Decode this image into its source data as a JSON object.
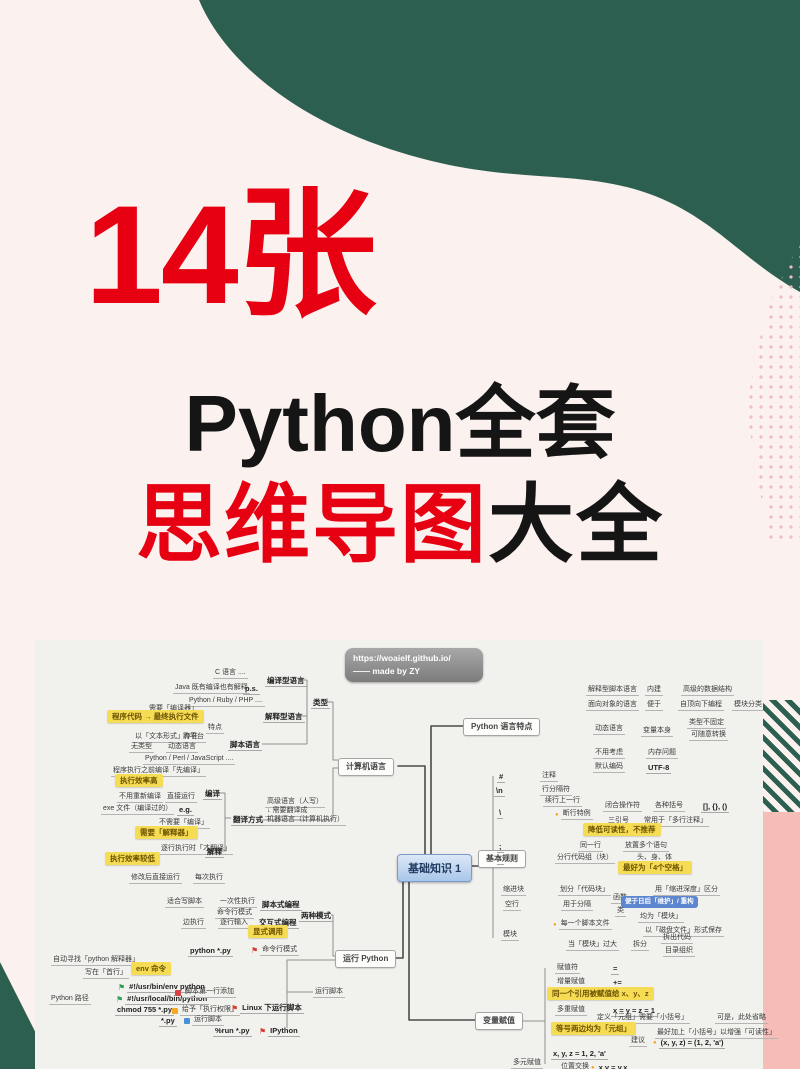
{
  "poster": {
    "headline_count": "14张",
    "headline_main": "Python全套",
    "headline_sub_red": "思维导图",
    "headline_sub_black": "大全",
    "colors": {
      "accent_red": "#e60012",
      "blob_green": "#2d5f51",
      "pink_band": "#f5bcb8",
      "pink_dots": "#efb9c6",
      "panel_bg": "#f1f1ee",
      "background": "#fbf2ef"
    }
  },
  "badge": {
    "line1": "https://woaielf.github.io/",
    "line2": "—— made by ZY"
  },
  "mindmap": {
    "center_label": "基础知识 1",
    "nodes": [
      {
        "t": "C 语言 ....",
        "k": "plain"
      },
      {
        "t": "编译型语言",
        "k": "bold"
      },
      {
        "t": "Java 既有编译也有解释",
        "k": "plain"
      },
      {
        "t": "p.s.",
        "k": "bold"
      },
      {
        "t": "Python / Ruby / PHP ....",
        "k": "plain"
      },
      {
        "t": "解释型语言",
        "k": "bold"
      },
      {
        "t": "类型",
        "k": "bold"
      },
      {
        "t": "需要「编译器」",
        "k": "plain"
      },
      {
        "t": "程序代码 → 最终执行文件",
        "k": "yellow"
      },
      {
        "t": "以「文本形式」存在",
        "k": "plain"
      },
      {
        "t": "跨平台",
        "k": "plain"
      },
      {
        "t": "无类型",
        "k": "plain"
      },
      {
        "t": "动态语言",
        "k": "plain"
      },
      {
        "t": "Python / Perl / JavaScript ....",
        "k": "plain"
      },
      {
        "t": "特点",
        "k": "plain"
      },
      {
        "t": "脚本语言",
        "k": "bold"
      },
      {
        "t": "计算机语言",
        "k": "branch"
      },
      {
        "t": "程序执行之前编译「先编译」",
        "k": "plain"
      },
      {
        "t": "执行效率高",
        "k": "yellow"
      },
      {
        "t": "不用重新编译",
        "k": "plain"
      },
      {
        "t": "直接运行",
        "k": "plain"
      },
      {
        "t": "exe 文件（编译过的）",
        "k": "plain"
      },
      {
        "t": "e.g.",
        "k": "bold"
      },
      {
        "t": "编译",
        "k": "bold"
      },
      {
        "t": "不需要「编译」",
        "k": "plain"
      },
      {
        "t": "需要「解释器」",
        "k": "yellow"
      },
      {
        "t": "逐行执行时「才翻译」",
        "k": "plain"
      },
      {
        "t": "解释",
        "k": "bold"
      },
      {
        "t": "执行效率较低",
        "k": "yellow"
      },
      {
        "t": "修改后直接运行",
        "k": "plain"
      },
      {
        "t": "每次执行",
        "k": "plain"
      },
      {
        "t": "翻译方式",
        "k": "bold"
      },
      {
        "t": "高级语言（人写）",
        "k": "plain"
      },
      {
        "t": "↓ 需要翻译成",
        "k": "plain"
      },
      {
        "t": "机器语言（计算机执行）",
        "k": "plain"
      },
      {
        "t": "Python 语言特点",
        "k": "branch"
      },
      {
        "t": "解释型脚本语言",
        "k": "plain"
      },
      {
        "t": "内建",
        "k": "plain"
      },
      {
        "t": "高级的数据结构",
        "k": "plain"
      },
      {
        "t": "面向对象的语言",
        "k": "plain"
      },
      {
        "t": "便于",
        "k": "plain"
      },
      {
        "t": "自顶向下编程",
        "k": "plain"
      },
      {
        "t": "模块分类",
        "k": "plain"
      },
      {
        "t": "动态语言",
        "k": "plain"
      },
      {
        "t": "变量本身",
        "k": "plain"
      },
      {
        "t": "类型不固定",
        "k": "plain"
      },
      {
        "t": "可随意转换",
        "k": "plain"
      },
      {
        "t": "不用考虑",
        "k": "plain"
      },
      {
        "t": "内存问题",
        "k": "plain"
      },
      {
        "t": "默认编码",
        "k": "plain"
      },
      {
        "t": "UTF-8",
        "k": "bold"
      },
      {
        "t": "基本规则",
        "k": "branch"
      },
      {
        "t": "#",
        "k": "bold"
      },
      {
        "t": "注释",
        "k": "plain"
      },
      {
        "t": "\\n",
        "k": "bold"
      },
      {
        "t": "行分隔符",
        "k": "plain"
      },
      {
        "t": "续行上一行",
        "k": "plain"
      },
      {
        "t": "\\",
        "k": "bold"
      },
      {
        "t": "断行特例",
        "k": "plain",
        "icon": "orange-dot-icon"
      },
      {
        "t": "闭合操作符",
        "k": "plain"
      },
      {
        "t": "各种括号",
        "k": "plain"
      },
      {
        "t": "[], {}, ()",
        "k": "bold"
      },
      {
        "t": "三引号",
        "k": "plain"
      },
      {
        "t": "常用于「多行注释」",
        "k": "plain"
      },
      {
        "t": "降低可读性，不推荐",
        "k": "yellow"
      },
      {
        "t": ";",
        "k": "bold"
      },
      {
        "t": "同一行",
        "k": "plain"
      },
      {
        "t": "放置多个语句",
        "k": "plain"
      },
      {
        "t": ":",
        "k": "bold"
      },
      {
        "t": "分行代码组（块）",
        "k": "plain"
      },
      {
        "t": "头、身、体",
        "k": "plain"
      },
      {
        "t": "最好为「4个空格」",
        "k": "yellow"
      },
      {
        "t": "缩进块",
        "k": "plain"
      },
      {
        "t": "划分「代码块」",
        "k": "plain"
      },
      {
        "t": "用「缩进深度」区分",
        "k": "plain"
      },
      {
        "t": "空行",
        "k": "plain"
      },
      {
        "t": "用于分隔",
        "k": "plain"
      },
      {
        "t": "函数",
        "k": "plain"
      },
      {
        "t": "类",
        "k": "plain"
      },
      {
        "t": "便于日后「维护」/ 重构",
        "k": "blue"
      },
      {
        "t": "模块",
        "k": "plain"
      },
      {
        "t": "每一个脚本文件",
        "k": "plain",
        "icon": "orange-dot-icon"
      },
      {
        "t": "均为「模块」",
        "k": "plain"
      },
      {
        "t": "以「磁盘文件」形式保存",
        "k": "plain"
      },
      {
        "t": "当「模块」过大",
        "k": "plain"
      },
      {
        "t": "拆分",
        "k": "plain"
      },
      {
        "t": "拆出代码",
        "k": "plain"
      },
      {
        "t": "目录组织",
        "k": "plain"
      },
      {
        "t": "运行 Python",
        "k": "branch"
      },
      {
        "t": "适合写脚本",
        "k": "plain"
      },
      {
        "t": "一次性执行",
        "k": "plain"
      },
      {
        "t": "脚本式编程",
        "k": "bold"
      },
      {
        "t": "命令行模式",
        "k": "plain"
      },
      {
        "t": "边执行",
        "k": "plain"
      },
      {
        "t": "逐行输入",
        "k": "plain"
      },
      {
        "t": "交互式编程",
        "k": "bold"
      },
      {
        "t": "两种模式",
        "k": "bold"
      },
      {
        "t": "显式调用",
        "k": "yellow"
      },
      {
        "t": "python *.py",
        "k": "bold"
      },
      {
        "t": "命令行模式",
        "k": "plain",
        "icon": "red-flag-icon"
      },
      {
        "t": "自动寻找「python 解释器」",
        "k": "plain"
      },
      {
        "t": "写在「首行」",
        "k": "plain"
      },
      {
        "t": "env 命令",
        "k": "yellow"
      },
      {
        "t": "#!/usr/bin/env python",
        "k": "bold",
        "icon": "green-flag-icon"
      },
      {
        "t": "Python 路径",
        "k": "plain"
      },
      {
        "t": "#!/usr/local/bin/python",
        "k": "bold",
        "icon": "green-flag-icon"
      },
      {
        "t": "脚本第一行添加",
        "k": "plain",
        "icon": "red-book-icon"
      },
      {
        "t": "chmod 755 *.py",
        "k": "bold"
      },
      {
        "t": "给予「执行权限」",
        "k": "plain",
        "icon": "orange-warning-icon"
      },
      {
        "t": "Linux 下运行脚本",
        "k": "bold",
        "icon": "red-flag-icon"
      },
      {
        "t": "*.py",
        "k": "bold"
      },
      {
        "t": "运行脚本",
        "k": "plain",
        "icon": "blue-doc-icon"
      },
      {
        "t": "运行脚本",
        "k": "plain"
      },
      {
        "t": "%run *.py",
        "k": "bold"
      },
      {
        "t": "IPython",
        "k": "bold",
        "icon": "red-flag-icon"
      },
      {
        "t": "变量赋值",
        "k": "branch"
      },
      {
        "t": "赋值符",
        "k": "plain"
      },
      {
        "t": "=",
        "k": "bold"
      },
      {
        "t": "增量赋值",
        "k": "plain"
      },
      {
        "t": "+=",
        "k": "bold"
      },
      {
        "t": "同一个引用被赋值给 x、y、z",
        "k": "yellow"
      },
      {
        "t": "多重赋值",
        "k": "plain"
      },
      {
        "t": "x = y = z = 1",
        "k": "bold"
      },
      {
        "t": "定义「元组」需要「小括号」",
        "k": "plain"
      },
      {
        "t": "可是，此处省略",
        "k": "plain"
      },
      {
        "t": "等号两边均为「元组」",
        "k": "yellow"
      },
      {
        "t": "建议",
        "k": "plain"
      },
      {
        "t": "最好加上「小括号」以增强「可读性」",
        "k": "plain"
      },
      {
        "t": "(x, y, z) = (1, 2, 'a')",
        "k": "bold",
        "icon": "orange-dot-icon"
      },
      {
        "t": "x, y, z = 1, 2, 'a'",
        "k": "bold"
      },
      {
        "t": "多元赋值",
        "k": "plain"
      },
      {
        "t": "位置交换",
        "k": "plain"
      },
      {
        "t": "x,y = y,x",
        "k": "bold",
        "icon": "orange-dot-icon"
      }
    ]
  }
}
